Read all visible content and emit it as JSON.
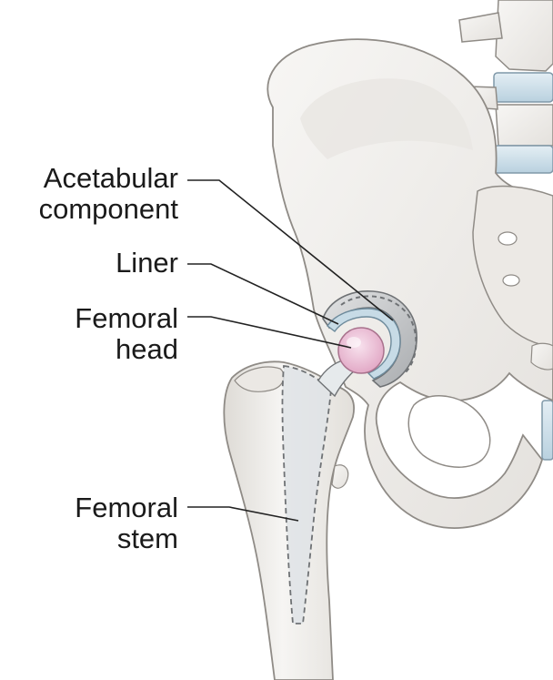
{
  "labels": {
    "acetabular_component": [
      "Acetabular",
      "component"
    ],
    "liner": [
      "Liner"
    ],
    "femoral_head": [
      "Femoral",
      "head"
    ],
    "femoral_stem": [
      "Femoral",
      "stem"
    ]
  },
  "colors": {
    "bone_fill": "#f1efec",
    "bone_outline": "#8f8b86",
    "cup_metal": "#c9cbcd",
    "liner_blue": "#c7dbe6",
    "head_pink": "#eec6da",
    "stem_fill": "#dfe3e6",
    "disc_blue": "#cfe0ea",
    "leader_line": "#222222"
  }
}
